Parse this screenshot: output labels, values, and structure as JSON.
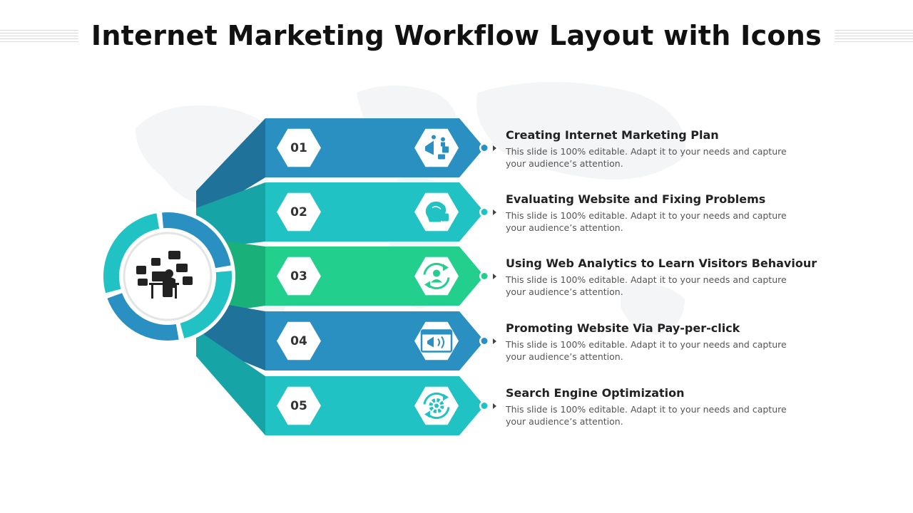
{
  "title": "Internet Marketing Workflow Layout with Icons",
  "center_icon": "person-at-computer-icon",
  "colors": {
    "blue": "#2a8fc1",
    "blue_dark": "#1f7299",
    "teal": "#21c2c4",
    "teal_dark": "#17a4a6",
    "green": "#22cf8c",
    "green_dark": "#19b079"
  },
  "steps": [
    {
      "number": "01",
      "title": "Creating Internet Marketing Plan",
      "description": "This slide is 100% editable. Adapt it to your needs and capture your audience’s attention.",
      "icon": "marketing-megaphone-icon",
      "color": "#2a8fc1",
      "dark": "#1f7299"
    },
    {
      "number": "02",
      "title": "Evaluating Website and Fixing Problems",
      "description": "This slide is 100% editable. Adapt it to your needs and capture your audience’s attention.",
      "icon": "brain-puzzle-icon",
      "color": "#21c2c4",
      "dark": "#17a4a6"
    },
    {
      "number": "03",
      "title": "Using Web Analytics to Learn Visitors Behaviour",
      "description": "This slide is 100% editable. Adapt it to your needs and capture your audience’s attention.",
      "icon": "user-cycle-icon",
      "color": "#22cf8c",
      "dark": "#19b079"
    },
    {
      "number": "04",
      "title": "Promoting Website Via Pay-per-click",
      "description": "This slide is 100% editable. Adapt it to your needs and capture your audience’s attention.",
      "icon": "browser-megaphone-icon",
      "color": "#2a8fc1",
      "dark": "#1f7299"
    },
    {
      "number": "05",
      "title": "Search Engine Optimization",
      "description": "This slide is 100% editable. Adapt it to your needs and capture your audience’s attention.",
      "icon": "gear-cycle-icon",
      "color": "#21c2c4",
      "dark": "#17a4a6"
    }
  ]
}
